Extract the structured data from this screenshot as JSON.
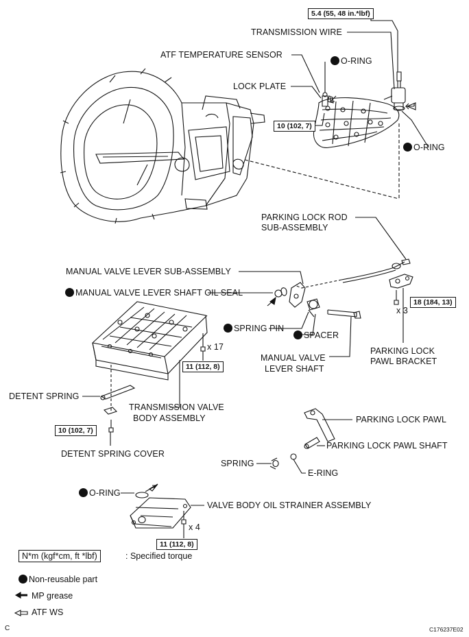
{
  "torques": {
    "transmission_wire": "5.4 (55, 48 in.*lbf)",
    "lock_plate": "10 (102, 7)",
    "parking_bracket": "18 (184, 13)",
    "valve_body": "11 (112, 8)",
    "detent_cover": "10 (102, 7)",
    "strainer": "11 (112, 8)"
  },
  "labels": {
    "transmission_wire": "TRANSMISSION WIRE",
    "o_ring_top": "O-RING",
    "atf_temp_sensor": "ATF TEMPERATURE SENSOR",
    "lock_plate": "LOCK PLATE",
    "o_ring_right": "O-RING",
    "parking_lock_rod_1": "PARKING LOCK ROD",
    "parking_lock_rod_2": "SUB-ASSEMBLY",
    "manual_valve_lever_sub": "MANUAL VALVE LEVER SUB-ASSEMBLY",
    "manual_valve_lever_shaft_oil_seal": "MANUAL VALVE LEVER SHAFT OIL SEAL",
    "spring_pin": "SPRING PIN",
    "spacer": "SPACER",
    "manual_valve_lever_shaft_1": "MANUAL VALVE",
    "manual_valve_lever_shaft_2": "LEVER SHAFT",
    "parking_lock_pawl_bracket_1": "PARKING LOCK",
    "parking_lock_pawl_bracket_2": "PAWL BRACKET",
    "detent_spring": "DETENT SPRING",
    "transmission_valve_body_1": "TRANSMISSION VALVE",
    "transmission_valve_body_2": "BODY ASSEMBLY",
    "detent_spring_cover": "DETENT SPRING COVER",
    "parking_lock_pawl": "PARKING LOCK PAWL",
    "parking_lock_pawl_shaft": "PARKING LOCK PAWL SHAFT",
    "spring": "SPRING",
    "e_ring": "E-RING",
    "o_ring_strainer": "O-RING",
    "valve_body_oil_strainer": "VALVE BODY OIL STRAINER ASSEMBLY"
  },
  "quantities": {
    "parking_bracket_bolts": "x 3",
    "valve_body_bolts": "x 17",
    "strainer_bolts": "x 4"
  },
  "legend": {
    "torque_box": "N*m (kgf*cm, ft *lbf)",
    "torque_text": ": Specified torque",
    "non_reusable": "Non-reusable part",
    "mp_grease": "MP grease",
    "atf_ws": "ATF WS"
  },
  "footer": {
    "corner_letter": "C",
    "drawing_code": "C176237E02"
  }
}
